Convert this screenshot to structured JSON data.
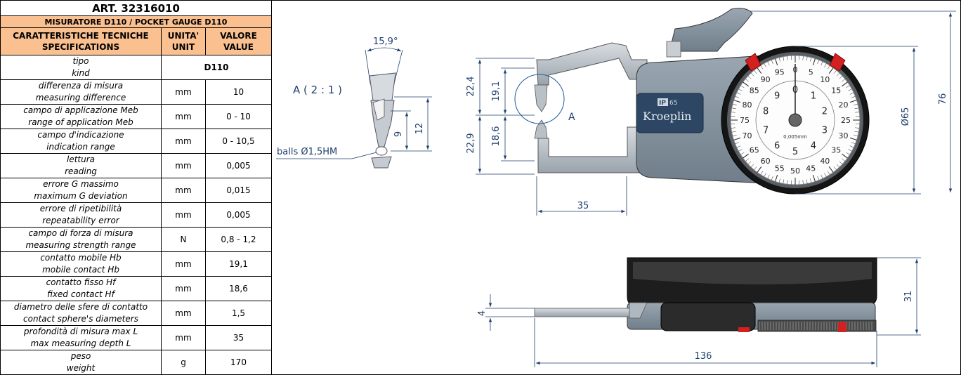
{
  "article": "ART. 32316010",
  "title": "MISURATORE D110 / POCKET GAUGE D110",
  "header": {
    "specs": [
      "CARATTERISTICHE TECNICHE",
      "SPECIFICATIONS"
    ],
    "unit": [
      "UNITA'",
      "UNIT"
    ],
    "value": [
      "VALORE",
      "VALUE"
    ]
  },
  "rows": [
    {
      "it": "tipo",
      "en": "kind",
      "unit": "",
      "value": "D110"
    },
    {
      "it": "differenza di misura",
      "en": "measuring difference",
      "unit": "mm",
      "value": "10"
    },
    {
      "it": "campo di applicazione Meb",
      "en": "range of application Meb",
      "unit": "mm",
      "value": "0 - 10"
    },
    {
      "it": "campo d'indicazione",
      "en": "indication range",
      "unit": "mm",
      "value": "0 - 10,5"
    },
    {
      "it": "lettura",
      "en": "reading",
      "unit": "mm",
      "value": "0,005"
    },
    {
      "it": "errore G massimo",
      "en": "maximum G deviation",
      "unit": "mm",
      "value": "0,015"
    },
    {
      "it": "errore di ripetibilità",
      "en": "repeatability error",
      "unit": "mm",
      "value": "0,005"
    },
    {
      "it": "campo di forza di misura",
      "en": "measuring strength range",
      "unit": "N",
      "value": "0,8 - 1,2"
    },
    {
      "it": "contatto mobile Hb",
      "en": "mobile contact Hb",
      "unit": "mm",
      "value": "19,1"
    },
    {
      "it": "contatto fisso Hf",
      "en": "fixed contact Hf",
      "unit": "mm",
      "value": "18,6"
    },
    {
      "it": "diametro delle sfere di contatto",
      "en": "contact sphere's diameters",
      "unit": "mm",
      "value": "1,5"
    },
    {
      "it": "profondità di misura max L",
      "en": "max measuring depth L",
      "unit": "mm",
      "value": "35"
    },
    {
      "it": "peso",
      "en": "weight",
      "unit": "g",
      "value": "170"
    }
  ],
  "drawing": {
    "angle": "15,9°",
    "detail_label": "A ( 2 : 1 )",
    "detail_mark": "A",
    "balls_label": "balls Ø1,5HM",
    "dims": {
      "d9": "9",
      "d12": "12",
      "d22_4": "22,4",
      "d19_1": "19,1",
      "d22_9": "22,9",
      "d18_6": "18,6",
      "d35": "35",
      "d65": "Ø65",
      "d76": "76",
      "d4": "4",
      "d31": "31",
      "d136": "136"
    },
    "brand": "Kroeplin",
    "ip": [
      "IP",
      "65"
    ],
    "dial_outer": [
      "0",
      "5",
      "10",
      "15",
      "20",
      "25",
      "30",
      "35",
      "40",
      "45",
      "50",
      "55",
      "60",
      "65",
      "70",
      "75",
      "80",
      "85",
      "90",
      "95"
    ],
    "dial_inner": [
      "0",
      "1",
      "2",
      "3",
      "4",
      "5",
      "6",
      "7",
      "8",
      "9"
    ],
    "dial_unit": "0,005mm",
    "colors": {
      "dim": "#1f3f6e",
      "body": "#8a99a6",
      "accent": "#d32020",
      "header_bg": "#fac090"
    }
  }
}
